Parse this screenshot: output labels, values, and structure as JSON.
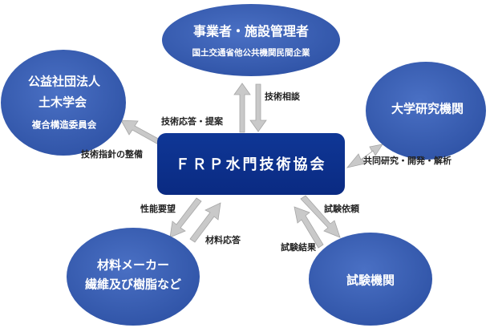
{
  "colors": {
    "node_fill": "#3a5fb5",
    "center_fill": "#0b2e8c",
    "arrow_fill": "#c8c8c8",
    "arrow_stroke": "#a0a0a0",
    "text": "#ffffff",
    "label": "#222222"
  },
  "center": {
    "label": "ＦＲＰ水門技術協会"
  },
  "nodes": {
    "operators": {
      "title": "事業者・施設管理者",
      "subtitle": "国土交通省他公共機関民間企業"
    },
    "jsce": {
      "line1": "公益社団法人",
      "line2": "土木学会",
      "line3": "複合構造委員会"
    },
    "university": {
      "title": "大学研究機関"
    },
    "materials": {
      "line1": "材料メーカー",
      "line2": "繊維及び樹脂など"
    },
    "testing": {
      "title": "試験機関"
    }
  },
  "edge_labels": {
    "tech_consult": "技術相談",
    "tech_response_proposal": "技術応答・提案",
    "guideline_development": "技術指針の整備",
    "joint_research": "共同研究・開発・解析",
    "performance_requirements": "性能要望",
    "material_response": "材料応答",
    "test_request": "試験依頼",
    "test_results": "試験結果"
  }
}
